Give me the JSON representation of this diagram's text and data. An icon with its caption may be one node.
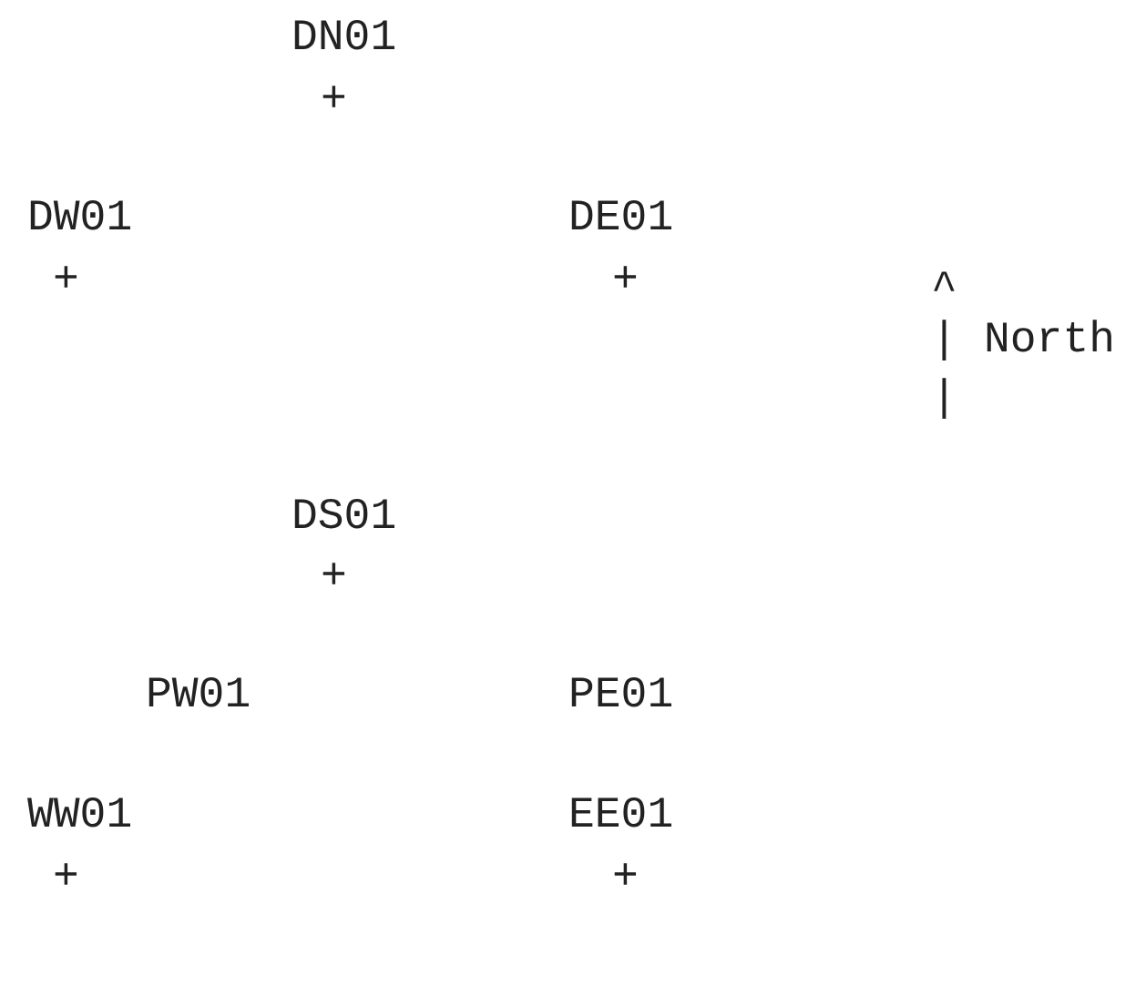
{
  "diagram": {
    "labels": [
      "DN01",
      "+",
      "DW01",
      "DE01",
      "+",
      "+",
      "^",
      "|",
      "North",
      "|",
      "DS01",
      "+",
      "PW01",
      "PE01",
      "WW01",
      "EE01",
      "+",
      "+"
    ]
  }
}
